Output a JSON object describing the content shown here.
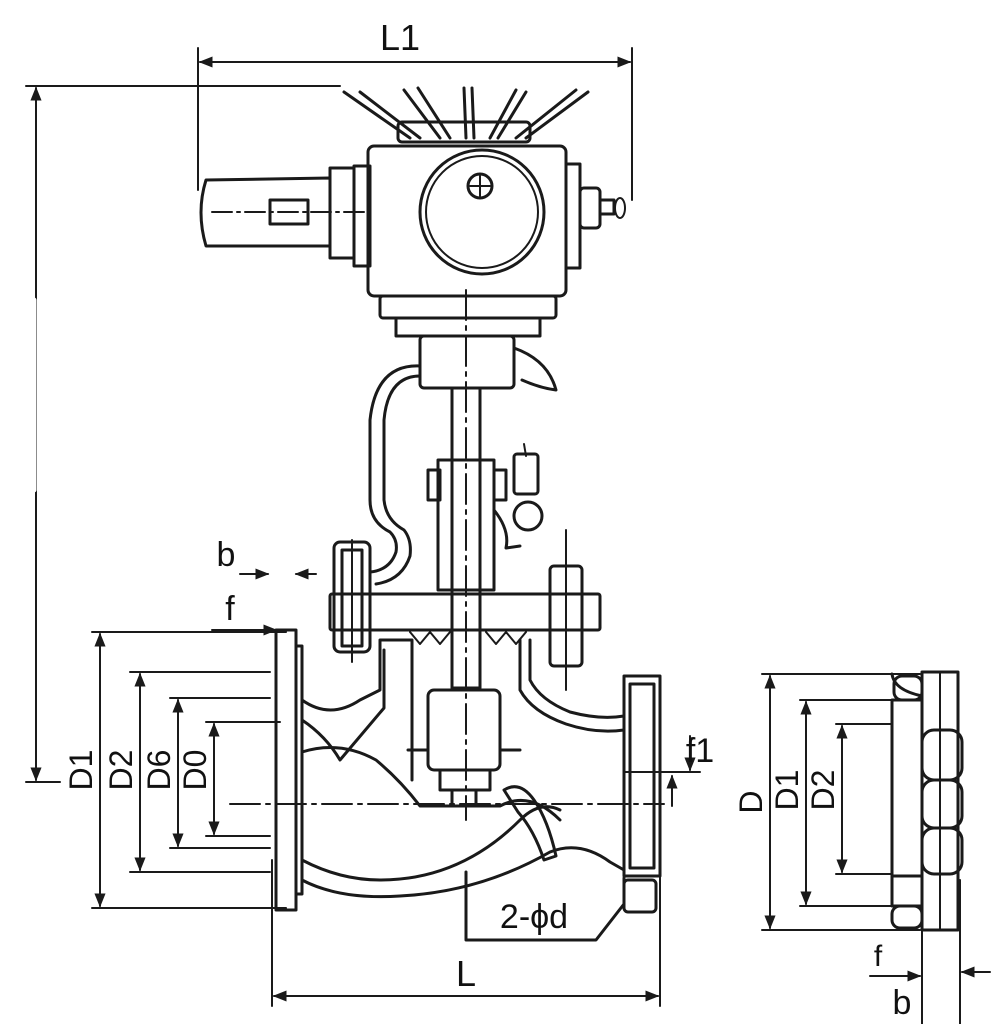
{
  "drawing": {
    "labels": {
      "L1": "L1",
      "b_top": "b",
      "f_top": "f",
      "D1_left": "D1",
      "D2_left": "D2",
      "D6_left": "D6",
      "D0_left": "D0",
      "f1": "f1",
      "bolt_holes": "2-ϕd",
      "L": "L",
      "D_right": "D",
      "D1_right": "D1",
      "D2_right": "D2",
      "f_right": "f",
      "b_right": "b"
    }
  }
}
